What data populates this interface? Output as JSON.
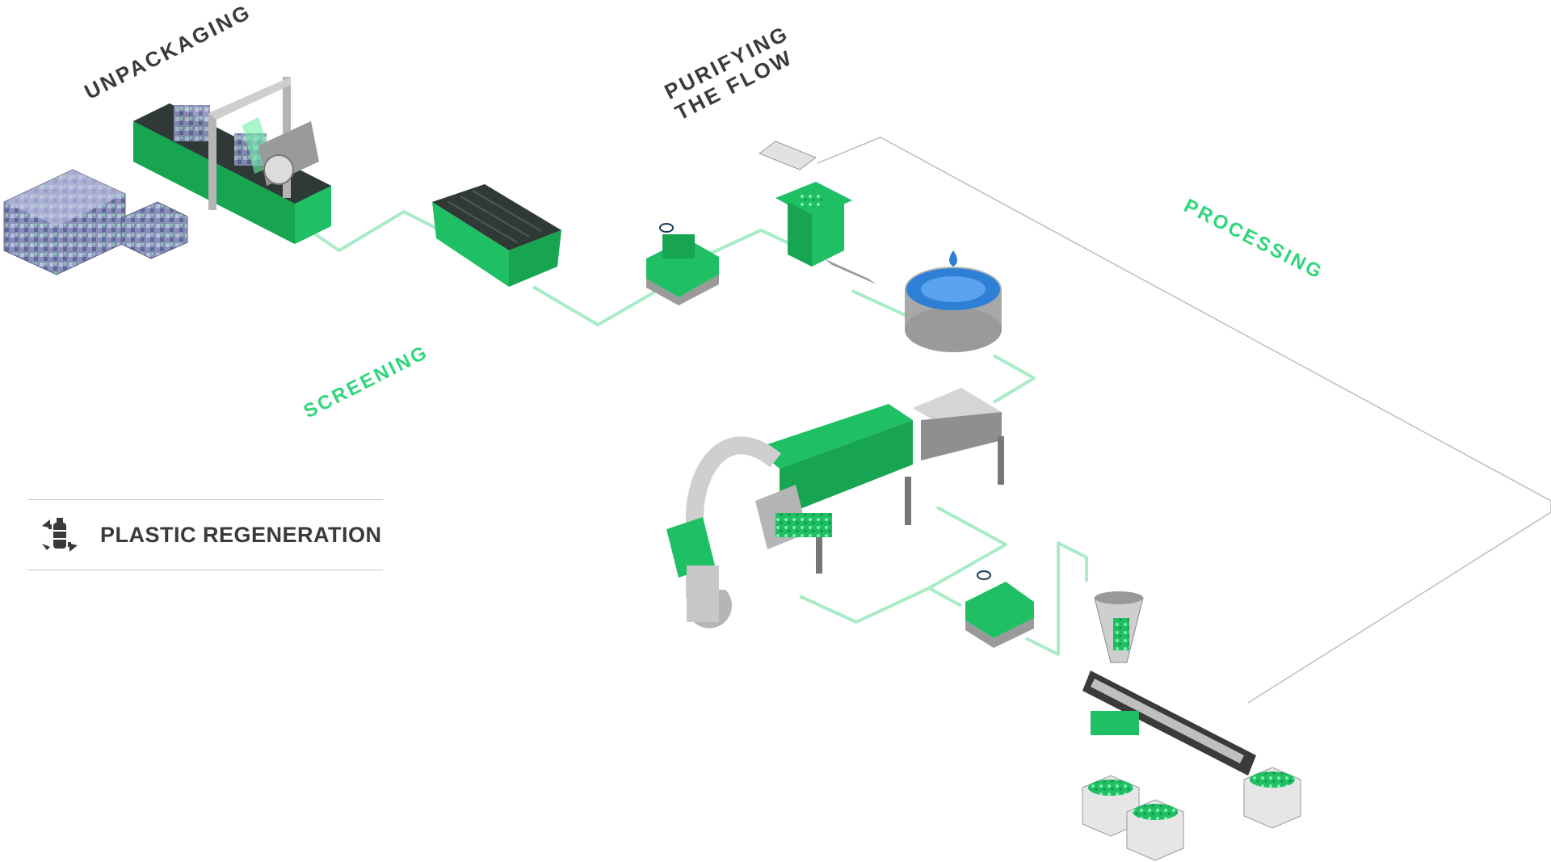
{
  "labels": {
    "unpackaging": "UNPACKAGING",
    "purifying": "PURIFYING\nTHE FLOW",
    "screening": "SCREENING",
    "processing": "PROCESSING"
  },
  "legend": {
    "title": "PLASTIC REGENERATION",
    "icon": "recycle-bottle-icon"
  },
  "colors": {
    "accent": "#2fd67a",
    "flow_line": "#a8ecc6",
    "machine_green": "#1fbf63",
    "dark_text": "#3a3a3a"
  }
}
